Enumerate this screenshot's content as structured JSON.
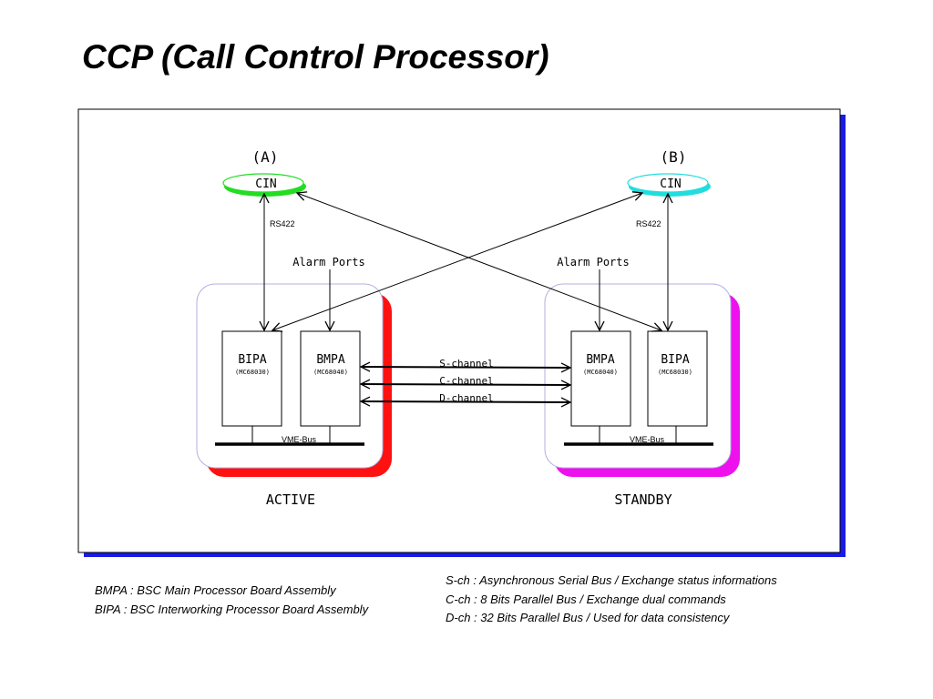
{
  "title": "CCP (Call Control Processor)",
  "colors": {
    "frame_shadow": "#1a1ae6",
    "cin_a": "#22dd22",
    "cin_b": "#22dddd",
    "active": "#ff1111",
    "standby": "#ee11ee"
  },
  "diagram": {
    "cin_a": {
      "header": "(A)",
      "label": "CIN",
      "link": "RS422"
    },
    "cin_b": {
      "header": "(B)",
      "label": "CIN",
      "link": "RS422"
    },
    "alarm_ports": "Alarm Ports",
    "active_group": {
      "label": "ACTIVE",
      "bus": "VME-Bus",
      "board_left": {
        "name": "BIPA",
        "chip": "(MC68030)"
      },
      "board_right": {
        "name": "BMPA",
        "chip": "(MC68040)"
      }
    },
    "standby_group": {
      "label": "STANDBY",
      "bus": "VME-Bus",
      "board_left": {
        "name": "BMPA",
        "chip": "(MC68040)"
      },
      "board_right": {
        "name": "BIPA",
        "chip": "(MC68030)"
      }
    },
    "channels": [
      "S-channel",
      "C-channel",
      "D-channel"
    ]
  },
  "legend_left": [
    "BMPA : BSC Main Processor Board Assembly",
    "BIPA : BSC Interworking Processor Board Assembly"
  ],
  "legend_right": [
    "S-ch : Asynchronous Serial Bus / Exchange status informations",
    "C-ch : 8 Bits Parallel Bus / Exchange dual commands",
    "D-ch : 32 Bits Parallel Bus / Used for data consistency"
  ]
}
